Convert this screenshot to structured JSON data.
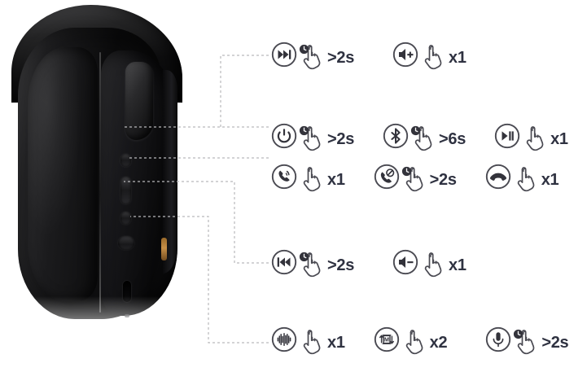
{
  "document": {
    "title": "Headphone Button Control Guide",
    "type": "product-control-diagram"
  },
  "product": {
    "name": "over-ear-headphone",
    "view": "side-profile",
    "color": "black",
    "controls": [
      {
        "name": "multifunction-button",
        "label": ""
      },
      {
        "name": "volume-rocker",
        "label": ""
      },
      {
        "name": "mode-button",
        "label": ""
      },
      {
        "name": "usb-c-port",
        "label": ""
      },
      {
        "name": "status-led",
        "label": ""
      }
    ]
  },
  "rows": [
    {
      "id": "row-next-volume-up",
      "items": [
        {
          "icon": "next-track-icon",
          "gesture": "press-hold-clock",
          "label": ">2s"
        },
        {
          "icon": "volume-up-icon",
          "gesture": "tap",
          "label": "x1"
        }
      ]
    },
    {
      "id": "row-power-bluetooth-playpause",
      "items": [
        {
          "icon": "power-icon",
          "gesture": "press-hold-clock",
          "label": ">2s"
        },
        {
          "icon": "bluetooth-icon",
          "gesture": "press-hold-clock",
          "label": ">6s"
        },
        {
          "icon": "play-pause-icon",
          "gesture": "tap",
          "label": "x1"
        }
      ]
    },
    {
      "id": "row-call-controls",
      "items": [
        {
          "icon": "answer-call-icon",
          "gesture": "tap",
          "label": "x1"
        },
        {
          "icon": "reject-call-icon",
          "gesture": "press-hold-clock",
          "label": ">2s"
        },
        {
          "icon": "end-call-icon",
          "gesture": "tap",
          "label": "x1"
        }
      ]
    },
    {
      "id": "row-previous-volume-down",
      "items": [
        {
          "icon": "previous-track-icon",
          "gesture": "press-hold-clock",
          "label": ">2s"
        },
        {
          "icon": "volume-down-icon",
          "gesture": "tap",
          "label": "x1"
        }
      ]
    },
    {
      "id": "row-eq-mode-voice",
      "items": [
        {
          "icon": "sound-wave-icon",
          "gesture": "tap",
          "label": "x1"
        },
        {
          "icon": "mode-switch-icon",
          "gesture": "tap",
          "label": "x2"
        },
        {
          "icon": "voice-assistant-icon",
          "gesture": "press-hold-clock",
          "label": ">2s"
        }
      ]
    }
  ],
  "colors": {
    "text": "#2f3241",
    "icon_stroke": "#4a4a52",
    "icon_fill": "#3a3a42",
    "leader_line": "#b9b9bc",
    "background": "#ffffff"
  }
}
